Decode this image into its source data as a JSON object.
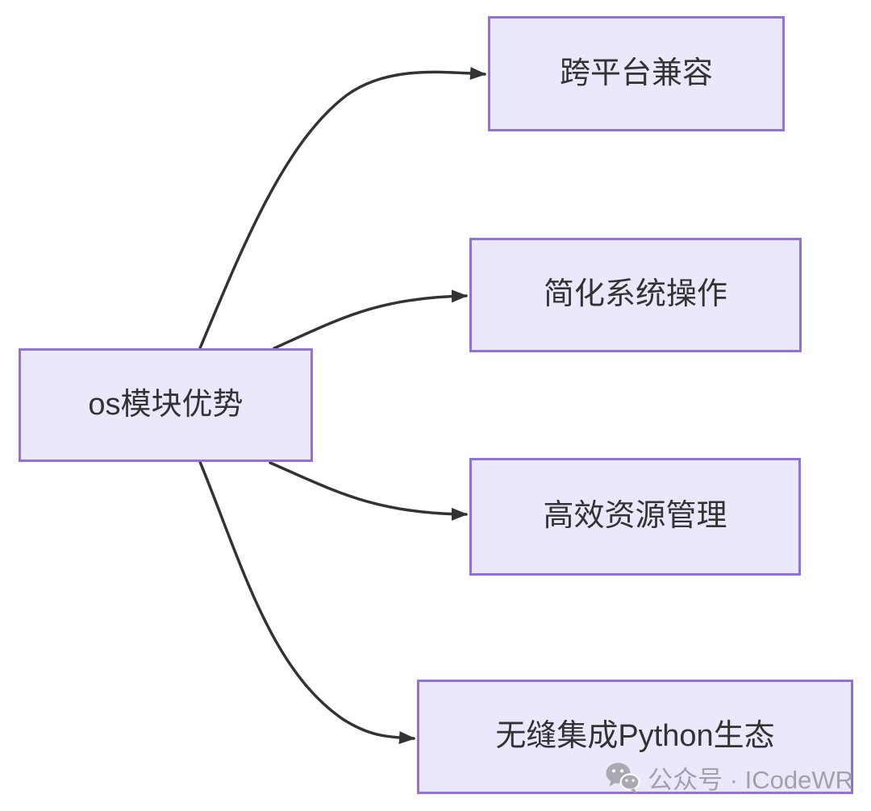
{
  "diagram": {
    "root": {
      "label": "os模块优势"
    },
    "children": [
      {
        "label": "跨平台兼容"
      },
      {
        "label": "简化系统操作"
      },
      {
        "label": "高效资源管理"
      },
      {
        "label": "无缝集成Python生态"
      }
    ],
    "edges": [
      {
        "from": "os模块优势",
        "to": "跨平台兼容"
      },
      {
        "from": "os模块优势",
        "to": "简化系统操作"
      },
      {
        "from": "os模块优势",
        "to": "高效资源管理"
      },
      {
        "from": "os模块优势",
        "to": "无缝集成Python生态"
      }
    ]
  },
  "watermark": {
    "icon": "wechat-icon",
    "text": "公众号 · ICodeWR"
  },
  "colors": {
    "background": "#FFFFFF",
    "node_fill": "#E9E9FB",
    "node_border": "#9370DB",
    "edge_line": "#333333",
    "node_text": "#333333",
    "watermark_text": "#9B9BA6"
  }
}
